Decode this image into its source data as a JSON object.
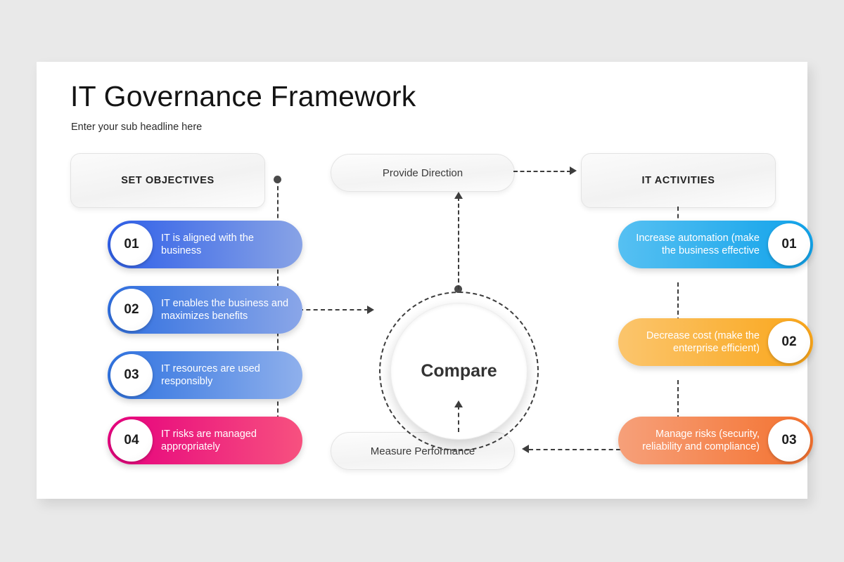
{
  "slide": {
    "title": "IT Governance Framework",
    "subtitle": "Enter your sub headline here"
  },
  "headers": {
    "left": "SET OBJECTIVES",
    "right": "IT ACTIVITIES",
    "top_center": "Provide Direction",
    "bottom_center": "Measure Performance"
  },
  "center": {
    "label": "Compare"
  },
  "left_items": [
    {
      "number": "01",
      "text": "IT is aligned with the business",
      "color_start": "#2f5fe8",
      "color_end": "#88a3e6"
    },
    {
      "number": "02",
      "text": "IT enables the business and maximizes benefits",
      "color_start": "#2f6fe0",
      "color_end": "#8aa6e8"
    },
    {
      "number": "03",
      "text": "IT resources are used responsibly",
      "color_start": "#2f72e0",
      "color_end": "#8fb0ec"
    },
    {
      "number": "04",
      "text": "IT risks are managed appropriately",
      "color_start": "#e6007e",
      "color_end": "#f7517f"
    }
  ],
  "right_items": [
    {
      "number": "01",
      "text": "Increase automation (make the business effective",
      "color_start": "#56c0f2",
      "color_end": "#12a3ea"
    },
    {
      "number": "02",
      "text": "Decrease cost (make the enterprise efficient)",
      "color_start": "#fbc56d",
      "color_end": "#faa61a"
    },
    {
      "number": "03",
      "text": "Manage risks (security, reliability and compliance)",
      "color_start": "#f6a07a",
      "color_end": "#f4712e"
    }
  ],
  "colors": {
    "page_background": "#e9e9e9",
    "card_background": "#ffffff",
    "connector": "#3d3d3d"
  }
}
